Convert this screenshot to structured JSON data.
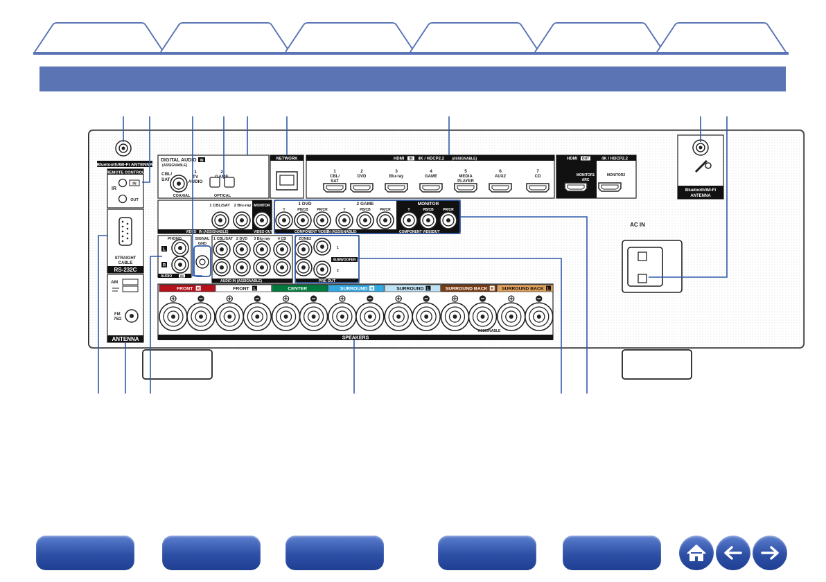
{
  "rear_panel": {
    "bt_left": "Bluetooth/Wi-Fi ANTENNA",
    "bt_right_1": "Bluetooth/Wi-Fi",
    "bt_right_2": "ANTENNA",
    "remote_control": "REMOTE CONTROL",
    "ir": "IR",
    "ir_in": "IN",
    "ir_out": "OUT",
    "straight_cable_1": "STRAIGHT",
    "straight_cable_2": "CABLE",
    "rs232c": "RS-232C",
    "am": "AM",
    "fm_1": "FM",
    "fm_2": "75Ω",
    "antenna": "ANTENNA",
    "digital_audio": "DIGITAL AUDIO",
    "assignable_paren": "(ASSIGNABLE)",
    "in_badge": "IN",
    "cbl_sat_1": "CBL/",
    "cbl_sat_2": "SAT",
    "coaxial": "COAXIAL",
    "tv_num": "1",
    "tv_audio_1": "TV",
    "tv_audio_2": "AUDIO",
    "game_num": "2",
    "game": "GAME",
    "optical": "OPTICAL",
    "network": "NETWORK",
    "hdmi_title": "HDMI",
    "hdmi_in": "IN",
    "hdmi_in_spec": "4K / HDCP2.2",
    "hdmi_in_assign": "(ASSIGNABLE)",
    "hdmi_in_ports": [
      {
        "num": "1",
        "label": "CBL/",
        "label2": "SAT"
      },
      {
        "num": "2",
        "label": "DVD",
        "label2": ""
      },
      {
        "num": "3",
        "label": "Blu-ray",
        "label2": ""
      },
      {
        "num": "4",
        "label": "GAME",
        "label2": ""
      },
      {
        "num": "5",
        "label": "MEDIA",
        "label2": "PLAYER"
      },
      {
        "num": "6",
        "label": "AUX2",
        "label2": ""
      },
      {
        "num": "7",
        "label": "CD",
        "label2": ""
      }
    ],
    "hdmi_out": "OUT",
    "hdmi_out_spec": "4K / HDCP2.2",
    "monitor1": "MONITOR1",
    "arc": "ARC",
    "monitor2": "MONITOR2",
    "video_cbl": "1 CBL/SAT",
    "video_bluray": "2 Blu-ray",
    "video_monitor": "MONITOR",
    "video_label": "VIDEO",
    "video_in_assign": "IN   (ASSIGNABLE)",
    "video_out": "VIDEO OUT",
    "comp_dvd": "1 DVD",
    "comp_game": "2 GAME",
    "comp_y": "Y",
    "comp_pb": "PB/CB",
    "comp_pr": "PR/CR",
    "comp_video_in": "COMPONENT VIDEO",
    "comp_in_tail": "IN   (ASSIGNABLE)",
    "comp_monitor": "MONITOR",
    "comp_video_out": "COMPONENT VIDEO",
    "comp_out_tail": "OUT",
    "ac_in": "AC IN",
    "phono": "PHONO",
    "signal_gnd_1": "SIGNAL",
    "signal_gnd_2": "GND",
    "audio_in": "AUDIO",
    "audio_in_badge": "IN",
    "audio_cbl": "1 CBL/SAT",
    "audio_dvd": "2 DVD",
    "audio_bluray": "3 Blu-ray",
    "audio_cd": "4 CD",
    "audio_assign": "AUDIO   IN   (ASSIGNABLE)",
    "zone2": "ZONE2",
    "subwoofer": "SUBWOOFER",
    "sub_1": "1",
    "sub_2": "2",
    "pre_out": "PRE OUT",
    "ch_L": "L",
    "ch_R": "R",
    "speaker_groups": [
      {
        "label": "FRONT",
        "badge": "R",
        "color": "#b5121b",
        "text": "#ffffff"
      },
      {
        "label": "FRONT",
        "badge": "L",
        "color": "#ffffff",
        "text": "#111111"
      },
      {
        "label": "CENTER",
        "badge": "",
        "color": "#007a3d",
        "text": "#ffffff"
      },
      {
        "label": "SURROUND",
        "badge": "R",
        "color": "#35a8e0",
        "text": "#ffffff"
      },
      {
        "label": "SURROUND",
        "badge": "L",
        "color": "#bfe3f5",
        "text": "#111111"
      },
      {
        "label": "SURROUND BACK",
        "badge": "R",
        "color": "#7a3b12",
        "text": "#ffffff"
      },
      {
        "label": "SURROUND BACK",
        "badge": "L",
        "color": "#e3a25b",
        "text": "#111111"
      }
    ],
    "assignable": "ASSIGNABLE",
    "speakers": "SPEAKERS"
  },
  "colors": {
    "accent": "#5a74b4",
    "nav_button": "#2d4fa5"
  },
  "icons": {
    "home": "home-icon",
    "back": "arrow-left-icon",
    "forward": "arrow-right-icon"
  }
}
